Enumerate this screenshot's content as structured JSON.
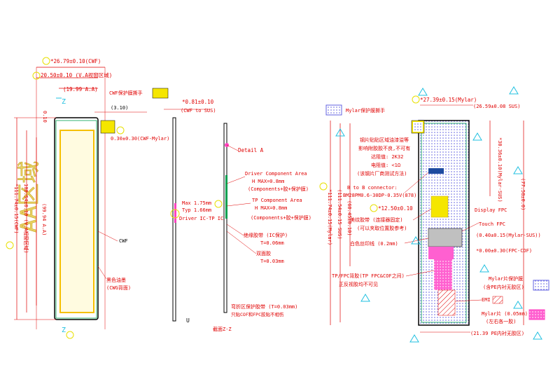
{
  "colors": {
    "dim": "#e00000",
    "outline": "#000000",
    "panel_green": "#00a050",
    "aa_fill": "#f5e600",
    "aa_text": "#e8d060",
    "callout": "#e8e000",
    "mylar": "#6060e0",
    "pink": "#ff40c0",
    "cyan": "#20c0e0"
  },
  "front_view": {
    "dim_total_width": "*26.79±0.10(CWF)",
    "dim_va": "20.50±0.10 (V.A视窗区域)",
    "dim_aa": "(19.99 A.A)",
    "dim_left_top": "0.10",
    "dim_z": "Z",
    "cwf_label": "CWF保护膜撕手",
    "dim_310": "(3.10)",
    "dim_030": "0.30±0.30(CWF-Mylar)",
    "dim_height_total": "*111.74±0.15(CWF)",
    "dim_height_va": "108.54±0.10 (V.A视窗区域)",
    "dim_height_aa": "(99.94 A.A)",
    "aa_text": "AA区域",
    "cwf_side": "CWF",
    "black_ink": "黑色油墨",
    "black_ink_sub": "(CWG背面)",
    "z_bottom": "Z"
  },
  "side_view": {
    "dim_thickness": "*0.81±0.10",
    "dim_thickness_sub": "(CWF to SUS)",
    "detail_a": "Detail A",
    "driver_area": "Driver Component Area",
    "driver_h": "H MAX=0.8mm",
    "driver_comp": "(Components+胶+保护膜)",
    "tp_area": "TP Component Area",
    "tp_h": "H MAX=0.8mm",
    "tp_comp": "(Components+胶+保护膜)",
    "max": "Max 1.75mm",
    "typ": "Typ 1.66mm",
    "driver_ic": "Driver IC-TP IC",
    "glue": "绝缘胶带 (IC保护)",
    "glue_t": "T=0.06mm",
    "tape": "双面胶",
    "tape_t": "T=0.03mm",
    "bend": "弯折区保护胶带 (T=0.03mm)",
    "bend_sub": "只贴COF和FPC胶贴不相伤",
    "section": "截面Z-Z",
    "u_mark": "U"
  },
  "back_view": {
    "mylar_label": "Mylar保护膜撕手",
    "dim_width": "*27.39±0.15(Mylar)",
    "dim_sus": "(26.59±0.08 SUS)",
    "note1": "钢片贴贴区域油漆溢等",
    "note2": "影响附胶胶不良,不可有",
    "note3": "达阻值: 2K32",
    "note4": "电阻值: <1Ω",
    "note5": "(该钢片厂商测试方法)",
    "b2b": "B to B connector:",
    "b2b_part": "BM28PM0.6-30DP-0.35V(878)",
    "dim_1250": "*12.50±0.10",
    "display_fpc": "Display FPC",
    "touch_fpc": "Touch FPC",
    "beauty_tape": "美纹胶带 (连接器固定)",
    "beauty_sub": "(可以夹取位置胶参考)",
    "white_mark": "白色丝印线 (0.2mm)",
    "dim_040": "(0.40±0.15(Mylar-SUS))",
    "dim_000": "*0.00±0.30(FPC-COF)",
    "tp_fpc_tape": "TP/FPC背胶(TP FPC&COF之间)",
    "no_fold": "正反视胶均不可见",
    "mylar_protect": "Mylar片保护膜",
    "mylar_sub": "(含PE内衬无胶区)",
    "emi": "EMI",
    "mylar_005": "Mylar片 (0.05mm)",
    "mylar_005_sub": "(左右各一胶)",
    "dim_2139": "(21.39 PE内衬无胶区)",
    "dim_right_h": "(77.58±0.0)",
    "dim_mylar_h": "*30.36±0.10(Mylar-SUS)",
    "dim_left_h1": "*111.74±0.15(Mylar)",
    "dim_left_h2": "(111.54±0.15 SUS)",
    "dim_left_h3": "(68.45±0.10)"
  }
}
